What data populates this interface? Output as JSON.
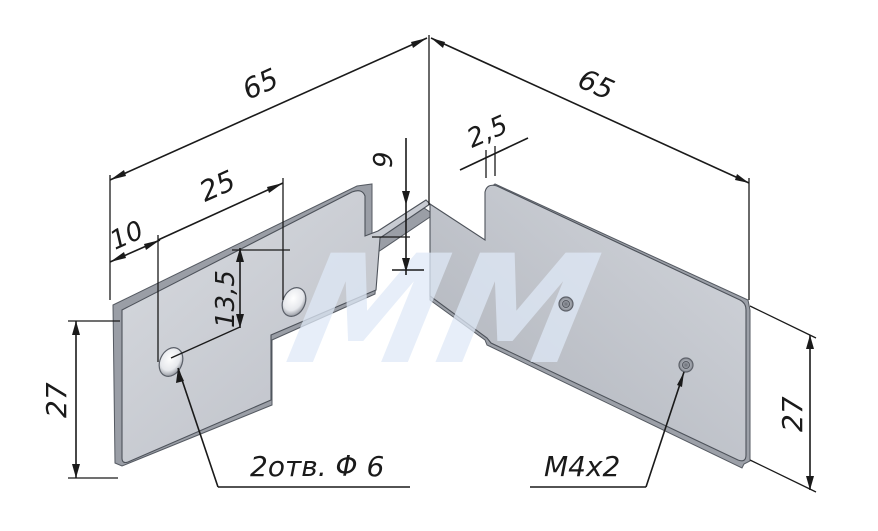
{
  "drawing": {
    "dims": {
      "length_left": "65",
      "length_right": "65",
      "offset_10": "10",
      "spacing_25": "25",
      "height_13_5": "13,5",
      "gap_9": "9",
      "thickness_2_5": "2,5",
      "width_left": "27",
      "width_right": "27"
    },
    "callouts": {
      "holes": "2отв. Φ 6",
      "threads": "M4x2"
    },
    "watermark": "MM",
    "colors": {
      "plate_face": "#c9ccd3",
      "plate_edge": "#9a9ea6",
      "line": "#1a1a1a",
      "watermark": "#dfe9f7"
    }
  }
}
